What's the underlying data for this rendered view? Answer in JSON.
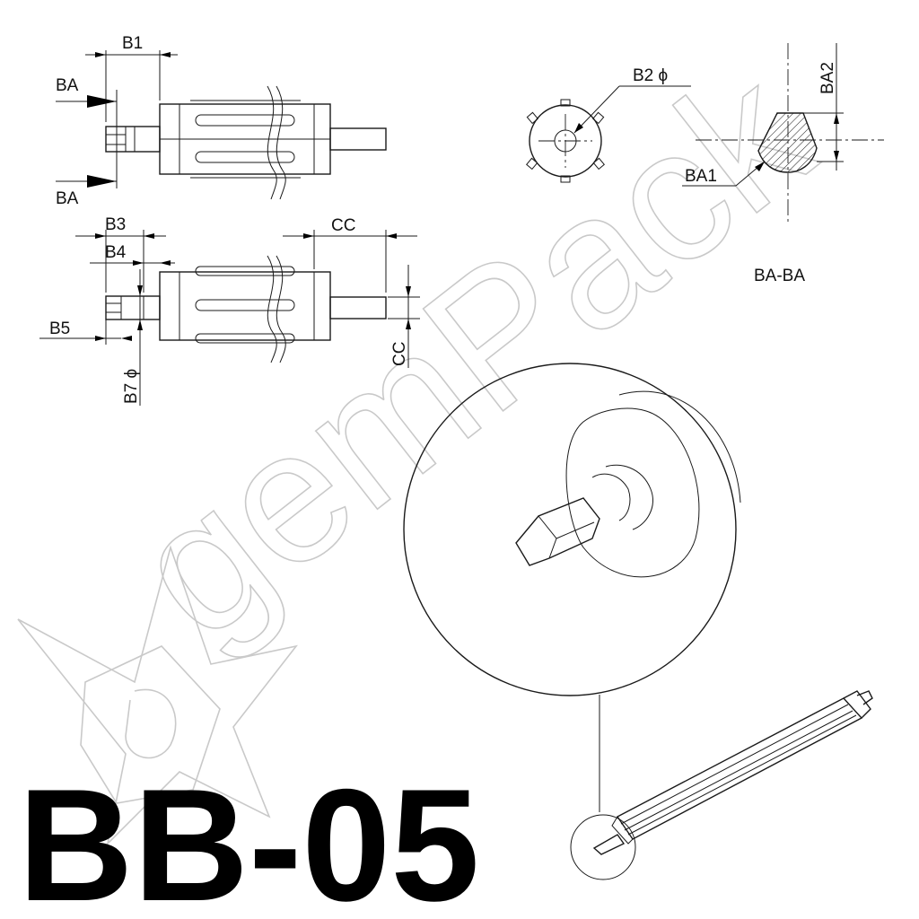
{
  "labels": {
    "ba_top": "BA",
    "ba_bottom": "BA",
    "b1": "B1",
    "b2": "B2 ϕ",
    "ba2": "BA2",
    "ba1": "BA1",
    "section": "BA-BA",
    "b3": "B3",
    "b4": "B4",
    "b5": "B5",
    "b7": "B7 ϕ",
    "cc_top": "CC",
    "cc_side": "CC"
  },
  "part_code": "BB-05",
  "watermark": "gemPack"
}
